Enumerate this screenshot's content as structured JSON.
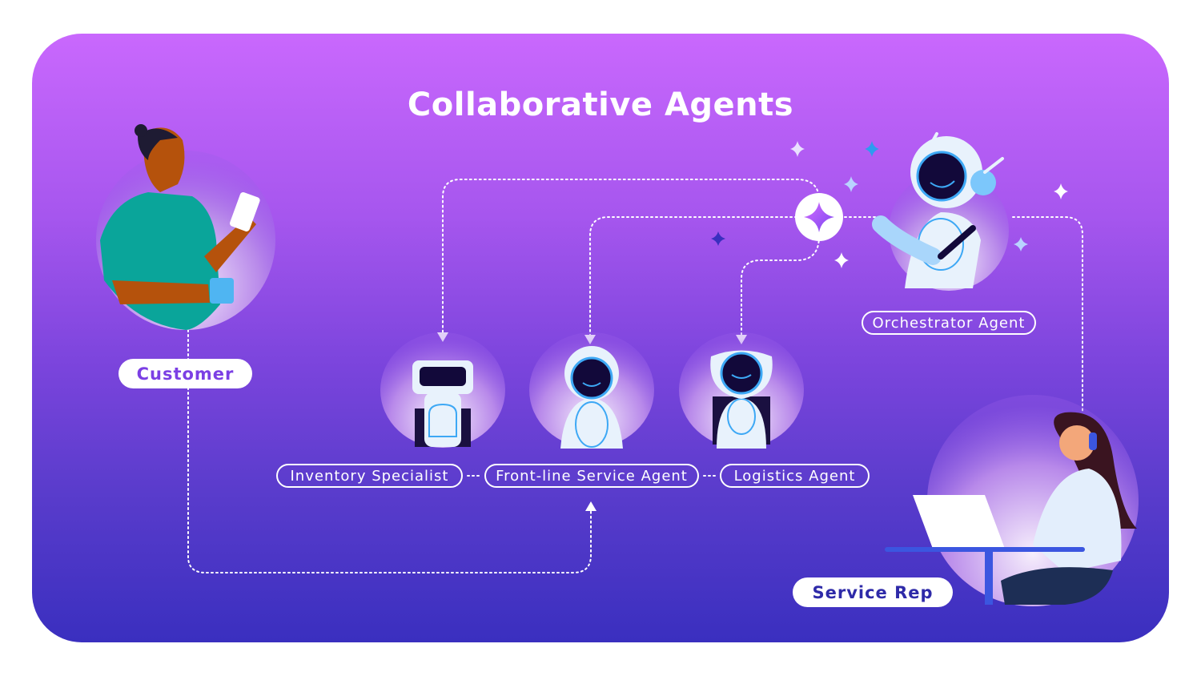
{
  "title": "Collaborative Agents",
  "nodes": {
    "customer": "Customer",
    "inventory": "Inventory Specialist",
    "frontline": "Front-line Service Agent",
    "logistics": "Logistics Agent",
    "orchestrator": "Orchestrator Agent",
    "service_rep": "Service Rep"
  },
  "colors": {
    "gradient_top": "#c968fd",
    "gradient_bottom": "#3a2fbf",
    "customer_text": "#7b3fe4",
    "service_rep_text": "#2e2aa8"
  },
  "icons": [
    "sparkle-hub-icon",
    "robot-icon",
    "person-icon",
    "sparkle-icon"
  ]
}
